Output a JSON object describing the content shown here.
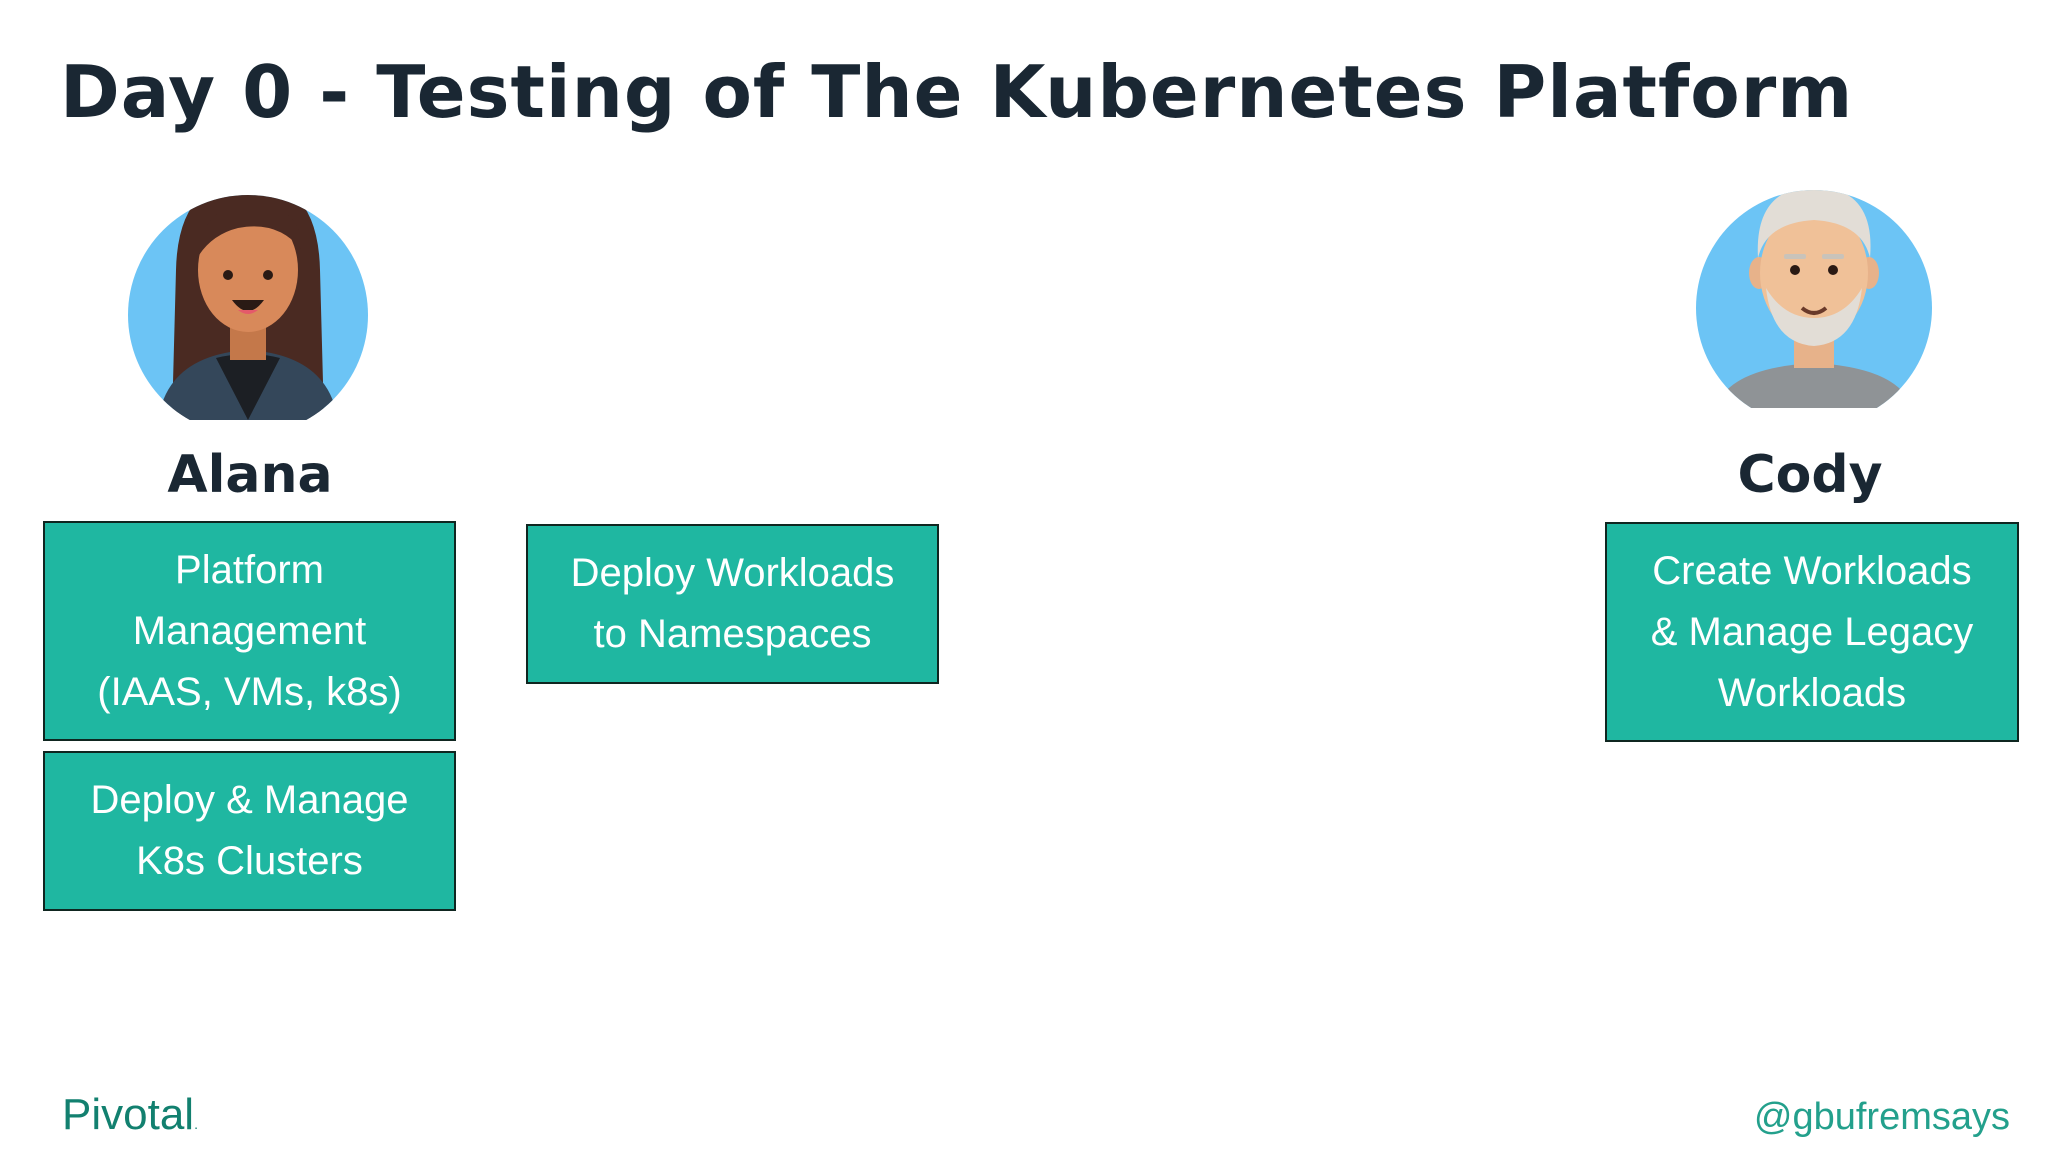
{
  "slide": {
    "title": "Day 0 - Testing of The Kubernetes Platform",
    "personas": [
      {
        "name": "Alana",
        "avatar_icon": "woman-avatar-icon"
      },
      {
        "name": "Cody",
        "avatar_icon": "man-avatar-icon"
      }
    ],
    "boxes": {
      "platform_management": [
        "Platform",
        "Management",
        "(IAAS, VMs, k8s)"
      ],
      "deploy_manage_clusters": [
        "Deploy & Manage",
        "K8s Clusters"
      ],
      "deploy_workloads": [
        "Deploy Workloads",
        "to Namespaces"
      ],
      "create_workloads": [
        "Create Workloads",
        "& Manage Legacy",
        "Workloads"
      ]
    },
    "footer": {
      "logo": "Pivotal",
      "handle": "@gbufremsays"
    },
    "colors": {
      "box_fill": "#1fb7a1",
      "title_text": "#1a2733",
      "avatar_bg": "#6cc4f5",
      "brand": "#12806f"
    }
  }
}
